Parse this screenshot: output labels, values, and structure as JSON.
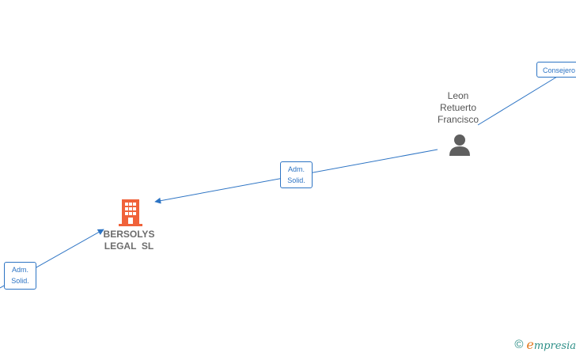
{
  "nodes": {
    "person": {
      "lines": [
        "Leon",
        "Retuerto",
        "Francisco"
      ],
      "icon": "person-icon"
    },
    "company": {
      "lines": [
        "BERSOLYS",
        "LEGAL  SL"
      ],
      "icon": "building-icon",
      "color": "#f0623a"
    }
  },
  "edges": {
    "top_right": {
      "label": "Consejero"
    },
    "person_company": {
      "label_lines": [
        "Adm.",
        "Solid."
      ]
    },
    "bottom_left": {
      "label_lines": [
        "Adm.",
        "Solid."
      ]
    }
  },
  "colors": {
    "edge": "#2d74c4",
    "person_icon": "#5f5f5f"
  },
  "brand": {
    "copyright": "©",
    "e": "e",
    "rest": "mpresia"
  }
}
